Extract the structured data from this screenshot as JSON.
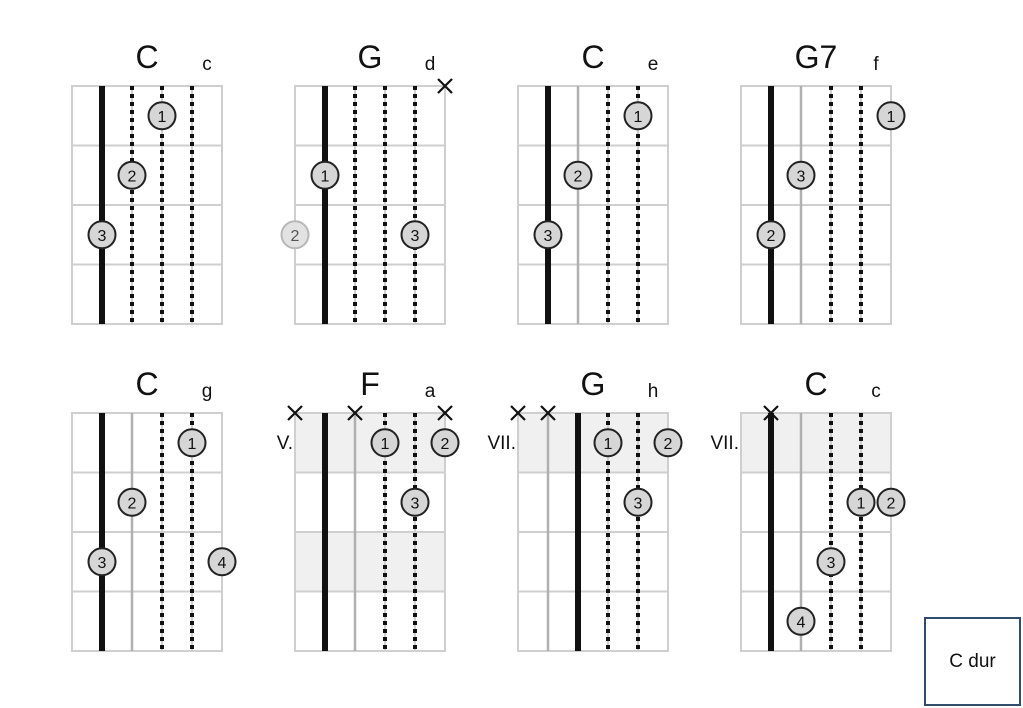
{
  "tag": "C dur",
  "colors": {
    "grid": "#cfcfcf",
    "string": "#111111",
    "dot_fill": "#d6d6d6",
    "dot_stroke": "#222222",
    "ghost_fill": "#e2e2e2",
    "ghost_stroke": "#b8b8b8",
    "barre_fill": "#f0f0f0",
    "box_border": "#2f4b6e"
  },
  "diagrams": [
    {
      "chord": "C",
      "note": "c",
      "fret_label": "",
      "strings": [
        "solid",
        "dotted",
        "dotted",
        "dotted"
      ],
      "muted": [],
      "shading": [],
      "fingers": [
        {
          "string": 3,
          "fret": 1,
          "label": "1"
        },
        {
          "string": 2,
          "fret": 2,
          "label": "2"
        },
        {
          "string": 1,
          "fret": 3,
          "label": "3"
        }
      ]
    },
    {
      "chord": "G",
      "note": "d",
      "fret_label": "",
      "strings": [
        "solid",
        "dotted",
        "dotted",
        "dotted"
      ],
      "muted": [
        5
      ],
      "shading": [],
      "fingers": [
        {
          "string": 1,
          "fret": 2,
          "label": "1"
        },
        {
          "string": 0,
          "fret": 3,
          "label": "2",
          "ghost": true
        },
        {
          "string": 4,
          "fret": 3,
          "label": "3"
        }
      ]
    },
    {
      "chord": "C",
      "note": "e",
      "fret_label": "",
      "strings": [
        "solid",
        "thin",
        "dotted",
        "dotted"
      ],
      "muted": [],
      "shading": [],
      "fingers": [
        {
          "string": 4,
          "fret": 1,
          "label": "1"
        },
        {
          "string": 2,
          "fret": 2,
          "label": "2"
        },
        {
          "string": 1,
          "fret": 3,
          "label": "3"
        }
      ]
    },
    {
      "chord": "G7",
      "note": "f",
      "fret_label": "",
      "strings": [
        "solid",
        "thin",
        "dotted",
        "dotted"
      ],
      "muted": [],
      "shading": [],
      "fingers": [
        {
          "string": 5,
          "fret": 1,
          "label": "1"
        },
        {
          "string": 2,
          "fret": 2,
          "label": "3"
        },
        {
          "string": 1,
          "fret": 3,
          "label": "2"
        }
      ]
    },
    {
      "chord": "C",
      "note": "g",
      "fret_label": "",
      "strings": [
        "solid",
        "thin",
        "dotted",
        "dotted"
      ],
      "muted": [],
      "shading": [],
      "fingers": [
        {
          "string": 4,
          "fret": 1,
          "label": "1"
        },
        {
          "string": 2,
          "fret": 2,
          "label": "2"
        },
        {
          "string": 1,
          "fret": 3,
          "label": "3"
        },
        {
          "string": 5,
          "fret": 3,
          "label": "4"
        }
      ]
    },
    {
      "chord": "F",
      "note": "a",
      "fret_label": "V.",
      "strings": [
        "solid",
        "thin",
        "dotted",
        "dotted"
      ],
      "muted": [
        0,
        2,
        5
      ],
      "shading": [
        1,
        3
      ],
      "fingers": [
        {
          "string": 3,
          "fret": 1,
          "label": "1"
        },
        {
          "string": 5,
          "fret": 1,
          "label": "2"
        },
        {
          "string": 4,
          "fret": 2,
          "label": "3"
        }
      ]
    },
    {
      "chord": "G",
      "note": "h",
      "fret_label": "VII.",
      "strings": [
        "thin",
        "solid",
        "dotted",
        "dotted"
      ],
      "muted": [
        0,
        1
      ],
      "shading": [
        1
      ],
      "fingers": [
        {
          "string": 3,
          "fret": 1,
          "label": "1"
        },
        {
          "string": 5,
          "fret": 1,
          "label": "2"
        },
        {
          "string": 4,
          "fret": 2,
          "label": "3"
        }
      ]
    },
    {
      "chord": "C",
      "note": "c",
      "fret_label": "VII.",
      "strings": [
        "solid",
        "thin",
        "dotted",
        "dotted"
      ],
      "muted": [
        1
      ],
      "shading": [
        1
      ],
      "fingers": [
        {
          "string": 4,
          "fret": 2,
          "label": "1"
        },
        {
          "string": 5,
          "fret": 2,
          "label": "2"
        },
        {
          "string": 3,
          "fret": 3,
          "label": "3"
        },
        {
          "string": 2,
          "fret": 4,
          "label": "4"
        }
      ]
    }
  ]
}
